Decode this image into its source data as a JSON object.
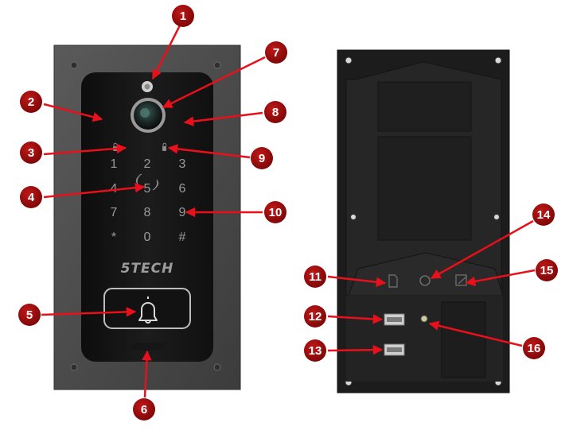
{
  "front_panel": {
    "keypad": [
      {
        "key": "1"
      },
      {
        "key": "2"
      },
      {
        "key": "3"
      },
      {
        "key": "4"
      },
      {
        "key": "5"
      },
      {
        "key": "6"
      },
      {
        "key": "7"
      },
      {
        "key": "8"
      },
      {
        "key": "9"
      },
      {
        "key": "*"
      },
      {
        "key": "0"
      },
      {
        "key": "#"
      }
    ],
    "brand_logo": "5TECH"
  },
  "callouts": [
    {
      "label": "1"
    },
    {
      "label": "2"
    },
    {
      "label": "3"
    },
    {
      "label": "4"
    },
    {
      "label": "5"
    },
    {
      "label": "6"
    },
    {
      "label": "7"
    },
    {
      "label": "8"
    },
    {
      "label": "9"
    },
    {
      "label": "10"
    },
    {
      "label": "11"
    },
    {
      "label": "12"
    },
    {
      "label": "13"
    },
    {
      "label": "14"
    },
    {
      "label": "15"
    },
    {
      "label": "16"
    }
  ],
  "colors": {
    "callout": "#a50d0d",
    "arrow": "#e8101a",
    "front_frame": "#4a4a4a",
    "front_glass": "#141414",
    "back_body": "#1e1e1e"
  }
}
